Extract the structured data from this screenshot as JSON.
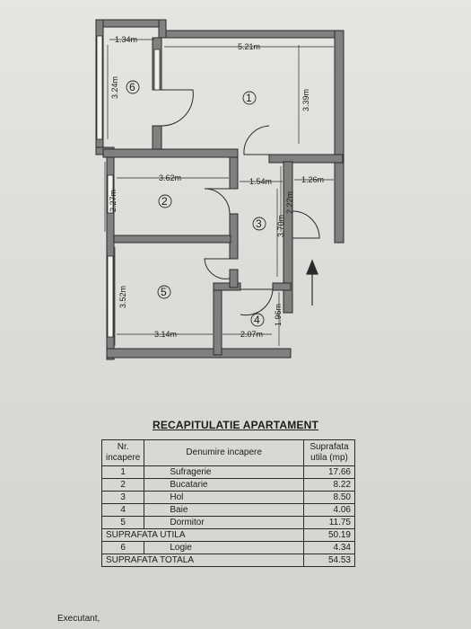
{
  "plan": {
    "dimensions": {
      "loggia_width": "1.34m",
      "loggia_height": "3.24m",
      "living_width": "5.21m",
      "living_height": "3.39m",
      "kitchen_width": "3.62m",
      "kitchen_height": "2.27m",
      "hall_width": "1.54m",
      "hall_height": "3.70m",
      "entry_width": "1.26m",
      "entry_height": "2.22m",
      "bedroom_width": "3.14m",
      "bedroom_height": "3.52m",
      "bath_width": "2.07m",
      "bath_height": "1.96m"
    },
    "room_numbers": {
      "living": "1",
      "kitchen": "2",
      "hall": "3",
      "bath": "4",
      "bedroom": "5",
      "loggia": "6"
    }
  },
  "recap": {
    "title": "RECAPITULATIE APARTAMENT",
    "headers": {
      "nr": "Nr. incapere",
      "name": "Denumire incapere",
      "area": "Suprafata utila (mp)"
    },
    "rows": [
      {
        "nr": "1",
        "name": "Sufragerie",
        "area": "17.66"
      },
      {
        "nr": "2",
        "name": "Bucatarie",
        "area": "8.22"
      },
      {
        "nr": "3",
        "name": "Hol",
        "area": "8.50"
      },
      {
        "nr": "4",
        "name": "Baie",
        "area": "4.06"
      },
      {
        "nr": "5",
        "name": "Dormitor",
        "area": "11.75"
      }
    ],
    "suprafata_utila": {
      "label": "SUPRAFATA UTILA",
      "value": "50.19"
    },
    "loggia_row": {
      "nr": "6",
      "name": "Logie",
      "area": "4.34"
    },
    "suprafata_totala": {
      "label": "SUPRAFATA TOTALA",
      "value": "54.53"
    }
  },
  "footer": {
    "executant": "Executant,"
  }
}
